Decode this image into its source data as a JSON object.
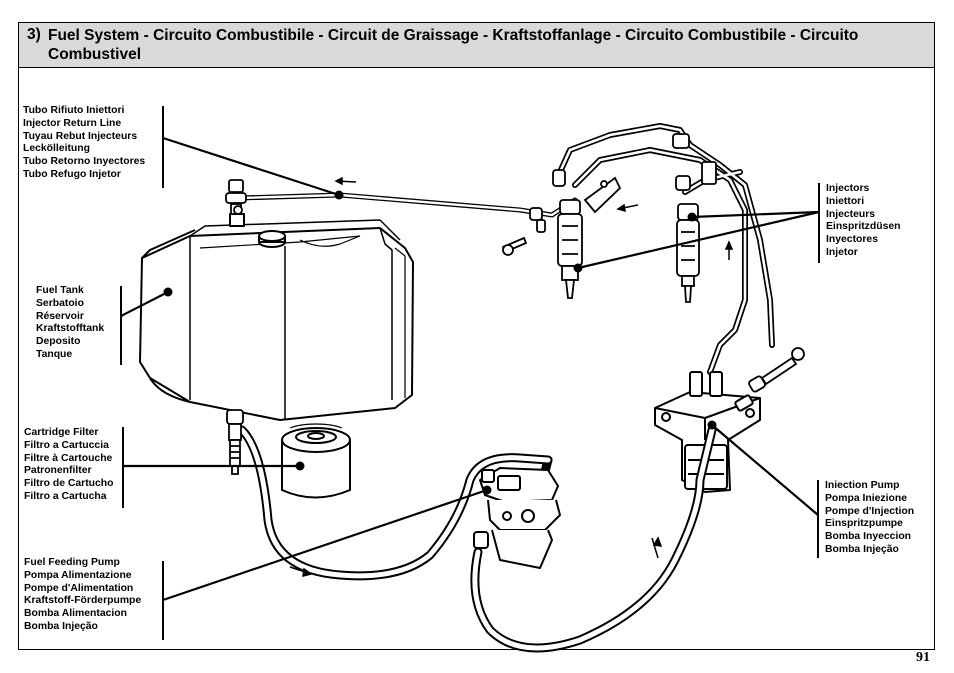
{
  "header": {
    "number": "3)",
    "title": "Fuel System - Circuito Combustibile - Circuit de Graissage - Kraftstoffanlage - Circuito Combustibile - Circuito Combustivel"
  },
  "labels": {
    "return_line": [
      "Tubo Rifiuto Iniettori",
      "Injector Return Line",
      "Tuyau Rebut Injecteurs",
      "Leckölleitung",
      "Tubo Retorno Inyectores",
      "Tubo Refugo Injetor"
    ],
    "fuel_tank": [
      "Fuel Tank",
      "Serbatoio",
      "Réservoir",
      "Kraftstofftank",
      "Deposito",
      "Tanque"
    ],
    "cartridge_filter": [
      "Cartridge Filter",
      "Filtro a Cartuccia",
      "Filtre à Cartouche",
      "Patronenfilter",
      "Filtro de Cartucho",
      "Filtro a Cartucha"
    ],
    "feeding_pump": [
      "Fuel Feeding Pump",
      "Pompa Alimentazione",
      "Pompe d'Alimentation",
      "Kraftstoff-Förderpumpe",
      "Bomba Alimentacion",
      "Bomba Injeção"
    ],
    "injectors": [
      "Injectors",
      "Iniettori",
      "Injecteurs",
      "Einspritzdüsen",
      "Inyectores",
      "Injetor"
    ],
    "injection_pump": [
      "Iniection Pump",
      "Pompa Iniezione",
      "Pompe d'Injection",
      "Einspritzpumpe",
      "Bomba Inyeccion",
      "Bomba Injeção"
    ]
  },
  "page_number": "91"
}
